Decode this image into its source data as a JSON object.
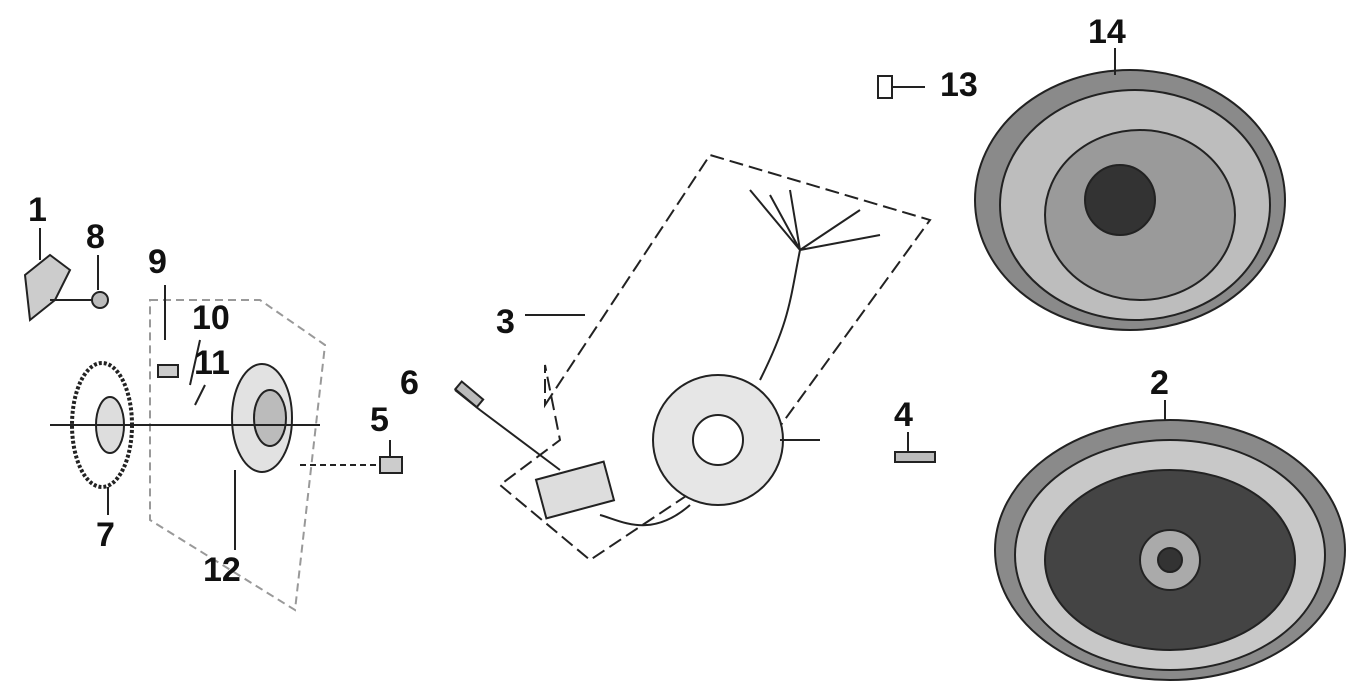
{
  "callouts": {
    "p1": "1",
    "p2": "2",
    "p3": "3",
    "p4": "4",
    "p5": "5",
    "p6": "6",
    "p7": "7",
    "p8": "8",
    "p9": "9",
    "p10": "10",
    "p11": "11",
    "p12": "12",
    "p13": "13",
    "p14": "14"
  }
}
